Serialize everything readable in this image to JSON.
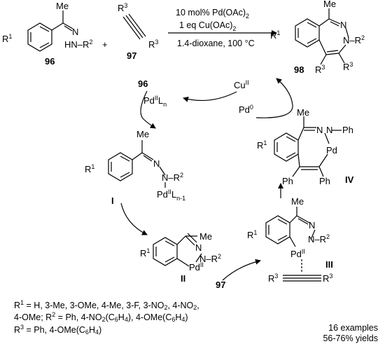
{
  "reaction": {
    "reagents": [
      "10 mol% Pd(OAc)",
      "1 eq Cu(OAc)",
      "1.4-dioxane, 100 °C"
    ],
    "subscripts": [
      "2",
      "2"
    ],
    "substrate_label": "96",
    "alkyne_label": "97",
    "product_label": "98"
  },
  "cycle": {
    "catalyst_label": "96",
    "alkyne_label": "97",
    "intermediates": [
      "I",
      "II",
      "III",
      "IV"
    ],
    "oxidant": "Cu",
    "oxidant_sup": "II",
    "pd0": "Pd",
    "pd0_sup": "0"
  },
  "substituents": {
    "line1": "R = H, 3-Me, 3-OMe, 4-Me, 3-F, 3-NO, 4-NO,",
    "line2": "4-OMe; R = Ph, 4-NO(CH), 4-OMe(CH)",
    "line3": "R = Ph, 4-OMe(CH)"
  },
  "stats": {
    "examples": "16 examples",
    "yields": "56-76% yields"
  }
}
